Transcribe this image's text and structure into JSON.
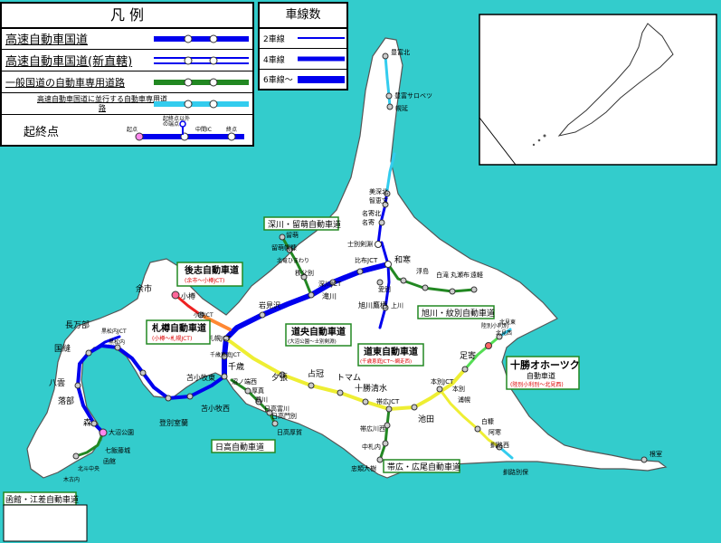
{
  "legend": {
    "title": "凡 例",
    "items": [
      {
        "label": "高速自動車国道"
      },
      {
        "label": "高速自動車国道(新直轄)"
      },
      {
        "label": "一般国道の自動車専用道路"
      },
      {
        "label": "高速自動車国道に並行する自動車専用道路"
      }
    ],
    "endpoints": {
      "label": "起終点",
      "notes": [
        "起終点以外",
        "の端点"
      ],
      "start": "起点",
      "mid": "中間IC",
      "end": "終点"
    }
  },
  "lanes": {
    "title": "車線数",
    "items": [
      {
        "label": "2車線"
      },
      {
        "label": "4車線"
      },
      {
        "label": "6車線〜"
      }
    ]
  },
  "colors": {
    "sea": "#33cccc",
    "land": "#ffffff",
    "expressway": "#0000ee",
    "new_direct": "#0000ee",
    "general_auto": "#228822",
    "parallel": "#33ccee",
    "shiribeshi": "#ee2222",
    "sasshou": "#ff8833",
    "dotou": "#eeee33",
    "okhotsk": "#55dd55",
    "label_red": "#dd0000"
  },
  "routes": [
    {
      "name": "深川・留萌自動車道"
    },
    {
      "name": "後志自動車道",
      "sub": "(余市〜小樽JCT)"
    },
    {
      "name": "札樽自動車道",
      "sub": "(小樽〜札幌JCT)"
    },
    {
      "name": "道央自動車道",
      "sub": "(大沼公園〜士別剣淵)"
    },
    {
      "name": "道東自動車道",
      "sub": "(千歳恵庭JCT〜網走西)"
    },
    {
      "name": "旭川・紋別自動車道"
    },
    {
      "name": "十勝オホーツク",
      "sub_title": "自動車道",
      "sub": "(陸別小利別〜北見西)"
    },
    {
      "name": "日高自動車道"
    },
    {
      "name": "帯広・広尾自動車道"
    },
    {
      "name": "函館・江差自動車道"
    }
  ],
  "places": [
    {
      "name": "豊富北"
    },
    {
      "name": "豊富サロベツ"
    },
    {
      "name": "幌延"
    },
    {
      "name": "美深北"
    },
    {
      "name": "智恵文"
    },
    {
      "name": "名寄北"
    },
    {
      "name": "名寄"
    },
    {
      "name": "士別剣淵"
    },
    {
      "name": "比布JCT"
    },
    {
      "name": "和寒"
    },
    {
      "name": "愛別"
    },
    {
      "name": "上川"
    },
    {
      "name": "浮島"
    },
    {
      "name": "白滝"
    },
    {
      "name": "丸瀬布"
    },
    {
      "name": "遠軽"
    },
    {
      "name": "留萌"
    },
    {
      "name": "留萌幌糠"
    },
    {
      "name": "秩父別"
    },
    {
      "name": "北竜ひまわり"
    },
    {
      "name": "深川JCT"
    },
    {
      "name": "滝川"
    },
    {
      "name": "旭川鷹栖"
    },
    {
      "name": "岩見沢"
    },
    {
      "name": "余市"
    },
    {
      "name": "小樽"
    },
    {
      "name": "小樽JCT"
    },
    {
      "name": "札幌JCT"
    },
    {
      "name": "千歳恵庭JCT"
    },
    {
      "name": "千歳"
    },
    {
      "name": "苫小牧東"
    },
    {
      "name": "登別室蘭"
    },
    {
      "name": "苫小牧西"
    },
    {
      "name": "沼ノ端西"
    },
    {
      "name": "厚真"
    },
    {
      "name": "鵡川"
    },
    {
      "name": "日高富川"
    },
    {
      "name": "日高門別"
    },
    {
      "name": "日高厚賀"
    },
    {
      "name": "夕張"
    },
    {
      "name": "占冠"
    },
    {
      "name": "トマム"
    },
    {
      "name": "十勝清水"
    },
    {
      "name": "帯広JCT"
    },
    {
      "name": "池田"
    },
    {
      "name": "帯広川西"
    },
    {
      "name": "中札内"
    },
    {
      "name": "忠類大樹"
    },
    {
      "name": "本別JCT"
    },
    {
      "name": "本別"
    },
    {
      "name": "浦幌"
    },
    {
      "name": "白糠"
    },
    {
      "name": "阿寒"
    },
    {
      "name": "釧路西"
    },
    {
      "name": "釧路別保"
    },
    {
      "name": "足寄"
    },
    {
      "name": "陸別小利別"
    },
    {
      "name": "北見東"
    },
    {
      "name": "北見西"
    },
    {
      "name": "根室"
    },
    {
      "name": "長万部"
    },
    {
      "name": "黒松内JCT"
    },
    {
      "name": "黒松内"
    },
    {
      "name": "国縫"
    },
    {
      "name": "八雲"
    },
    {
      "name": "落部"
    },
    {
      "name": "森"
    },
    {
      "name": "大沼公園"
    },
    {
      "name": "七飯藤城"
    },
    {
      "name": "函館"
    },
    {
      "name": "北斗中央"
    },
    {
      "name": "木古内"
    }
  ]
}
